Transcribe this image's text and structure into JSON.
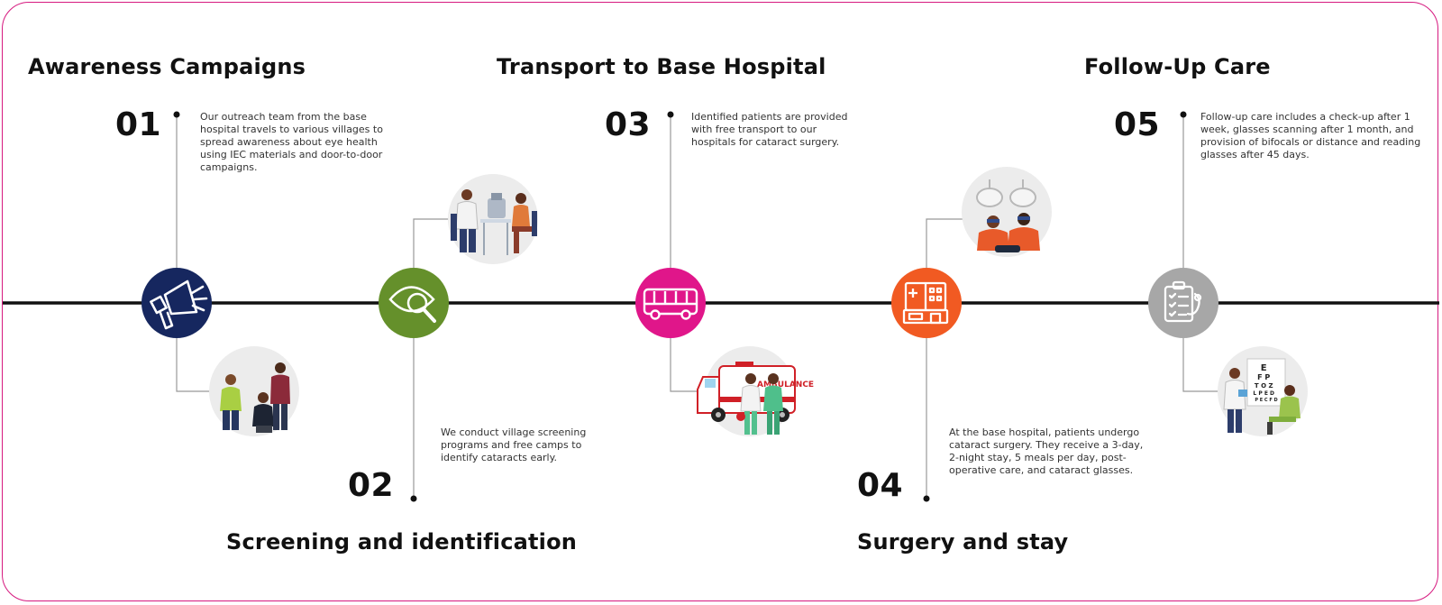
{
  "steps": [
    {
      "number": "01",
      "title": "Awareness Campaigns",
      "description": "Our outreach team from the base hospital travels to various villages to spread awareness about eye health using IEC materials and door-to-door campaigns.",
      "icon": "megaphone-icon",
      "color": "#16275f"
    },
    {
      "number": "02",
      "title": "Screening and identification",
      "description": "We conduct village screening programs and free camps to identify cataracts early.",
      "icon": "eye-magnifier-icon",
      "color": "#65902b"
    },
    {
      "number": "03",
      "title": "Transport to Base Hospital",
      "description": "Identified patients are provided with free transport to our hospitals for cataract surgery.",
      "icon": "bus-icon",
      "color": "#e0168a"
    },
    {
      "number": "04",
      "title": "Surgery and stay",
      "description": "At the base hospital, patients undergo cataract surgery. They receive a 3-day, 2-night stay, 5 meals per day, post-operative care, and cataract glasses.",
      "icon": "hospital-icon",
      "color": "#f15a22"
    },
    {
      "number": "05",
      "title": "Follow-Up Care",
      "description": "Follow-up care includes a check-up after 1 week, glasses scanning after 1 month, and provision of bifocals or distance and reading glasses after 45 days.",
      "icon": "clipboard-stethoscope-icon",
      "color": "#a7a7a7"
    }
  ],
  "illustrations": {
    "ambulance_text": "AMBULANCE",
    "eye_chart": [
      "E",
      "F P",
      "T O Z",
      "L P E D",
      "P E C F D"
    ]
  },
  "colors": {
    "timeline": "#111111",
    "frame_border": "#d6197f"
  }
}
